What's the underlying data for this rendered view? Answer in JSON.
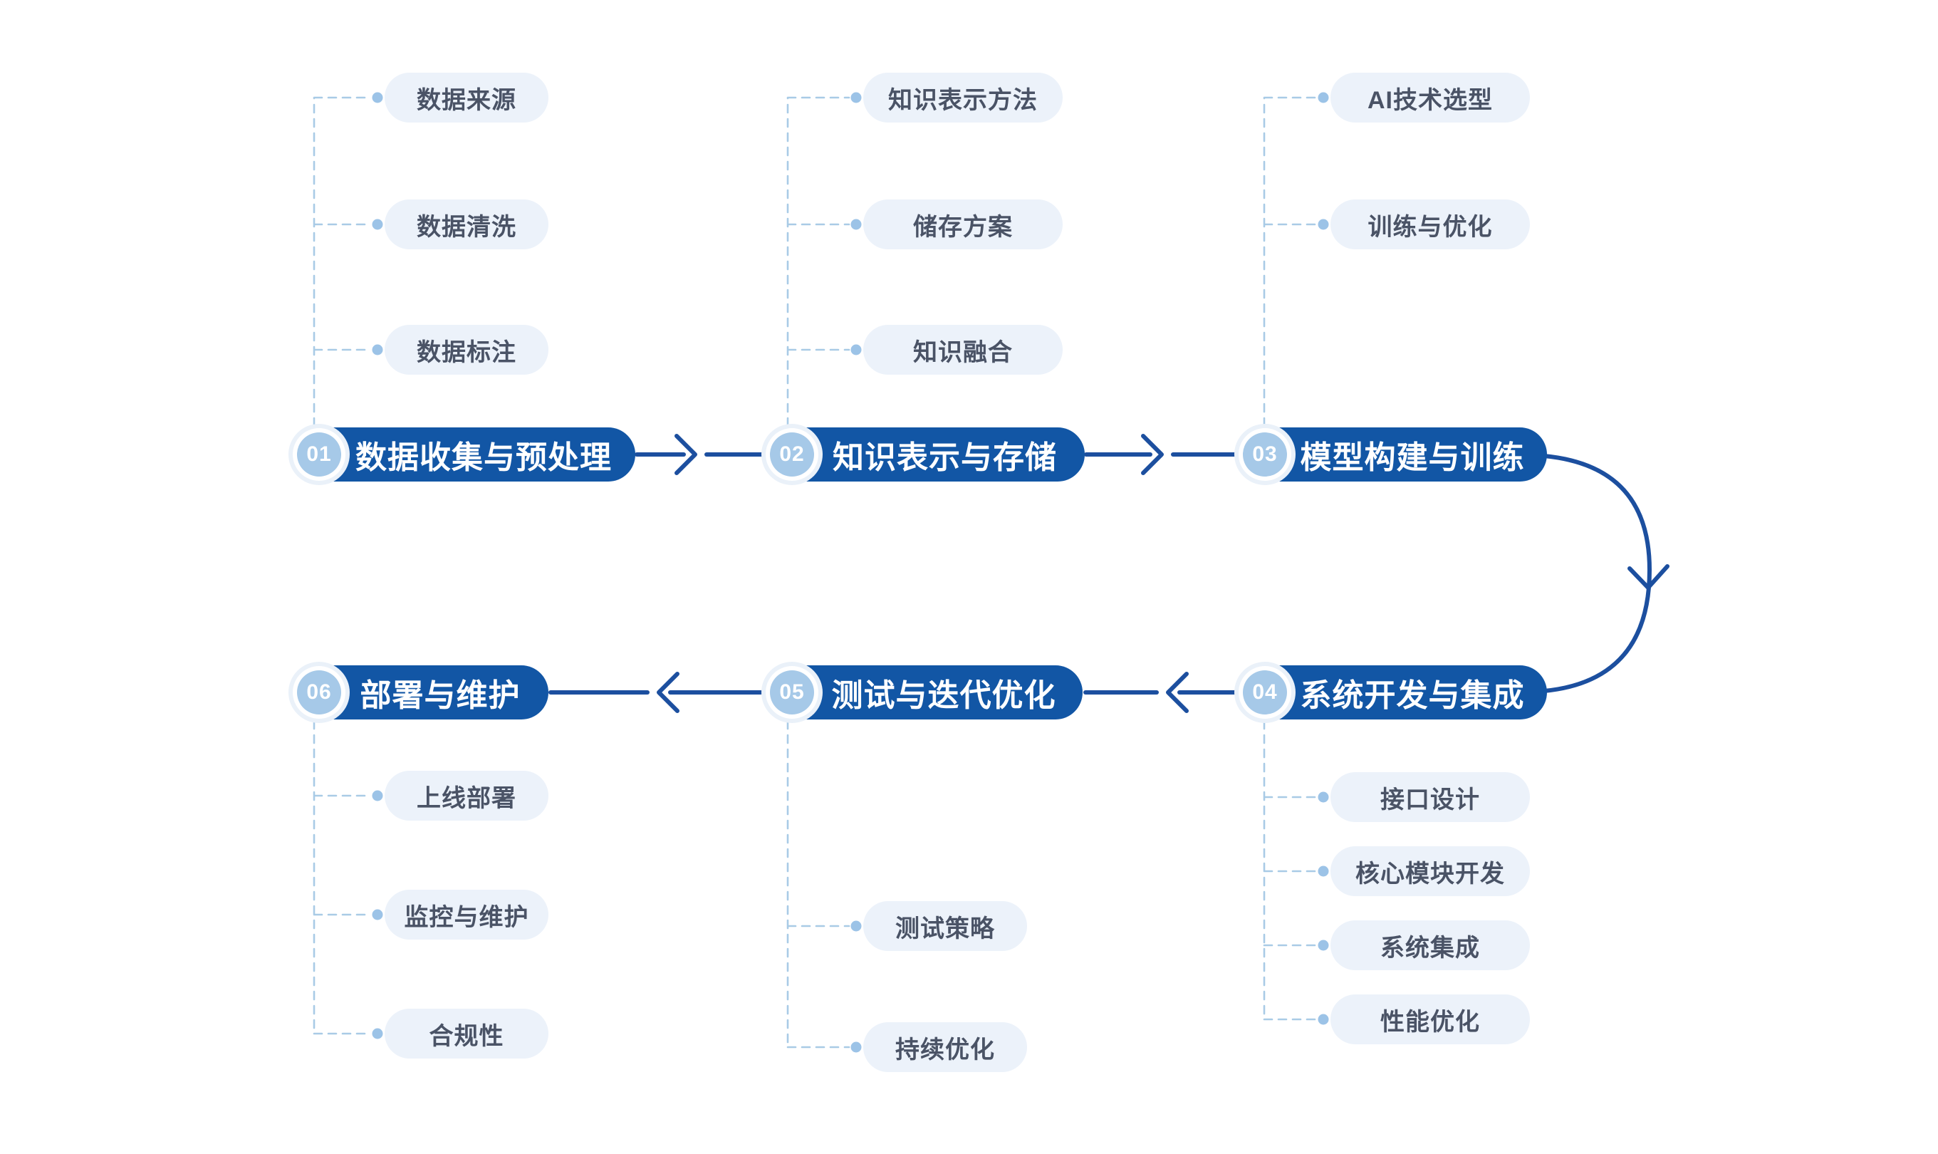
{
  "diagram": {
    "type": "process-flowchart",
    "language": "zh-CN",
    "colors": {
      "background": "#FFFFFF",
      "stage_pill_fill": "#1256A5",
      "stage_pill_text": "#FFFFFF",
      "stage_badge_fill": "#A6C9E8",
      "stage_badge_text": "#FFFFFF",
      "connector_arrow": "#1C4F9F",
      "sub_pill_fill": "#ECF2FA",
      "sub_pill_text": "#4A5366",
      "dashed_branch_line": "#A9CBE6",
      "branch_dot": "#9CC3E7"
    },
    "stages": [
      {
        "number": "01",
        "label": "数据收集与预处理",
        "children": [
          "数据来源",
          "数据清洗",
          "数据标注"
        ]
      },
      {
        "number": "02",
        "label": "知识表示与存储",
        "children": [
          "知识表示方法",
          "储存方案",
          "知识融合"
        ]
      },
      {
        "number": "03",
        "label": "模型构建与训练",
        "children": [
          "AI技术选型",
          "训练与优化"
        ]
      },
      {
        "number": "04",
        "label": "系统开发与集成",
        "children": [
          "接口设计",
          "核心模块开发",
          "系统集成",
          "性能优化"
        ]
      },
      {
        "number": "05",
        "label": "测试与迭代优化",
        "children": [
          "测试策略",
          "持续优化"
        ]
      },
      {
        "number": "06",
        "label": "部署与维护",
        "children": [
          "上线部署",
          "监控与维护",
          "合规性"
        ]
      }
    ],
    "flow_order": "01 → 02 → 03 → 04 → 05 → 06"
  }
}
